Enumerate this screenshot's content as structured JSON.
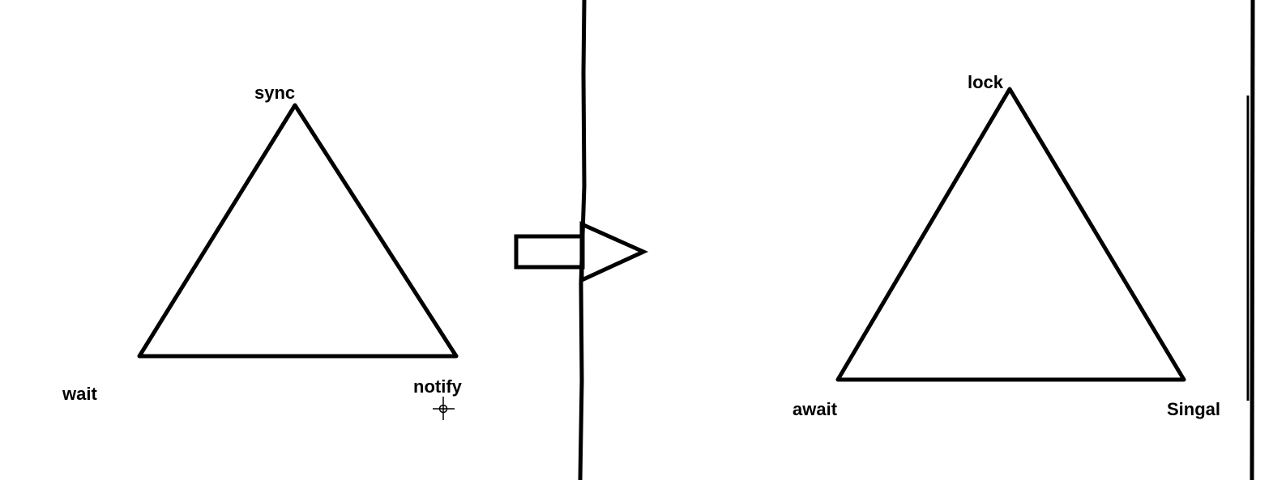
{
  "labels": {
    "sync": "sync",
    "wait": "wait",
    "notify": "notify",
    "lock": "lock",
    "await": "await",
    "signal": "Singal"
  },
  "colors": {
    "stroke": "#000000",
    "background": "#ffffff"
  },
  "icons": {
    "cursor": "crosshair-cursor-icon",
    "arrow": "right-arrow-icon"
  }
}
